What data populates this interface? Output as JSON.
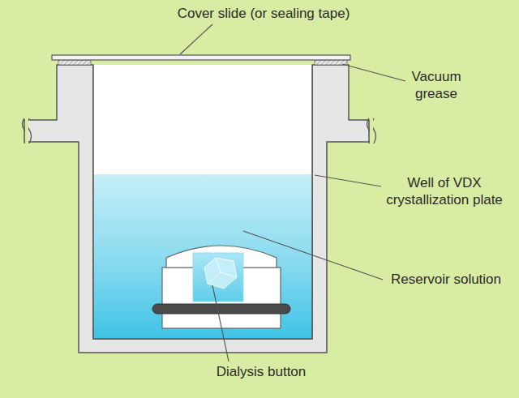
{
  "diagram": {
    "labels": [
      "Cover slide (or sealing tape)",
      "Vacuum grease",
      "Well of VDX crystallization plate",
      "Reservoir solution",
      "Dialysis button"
    ]
  }
}
